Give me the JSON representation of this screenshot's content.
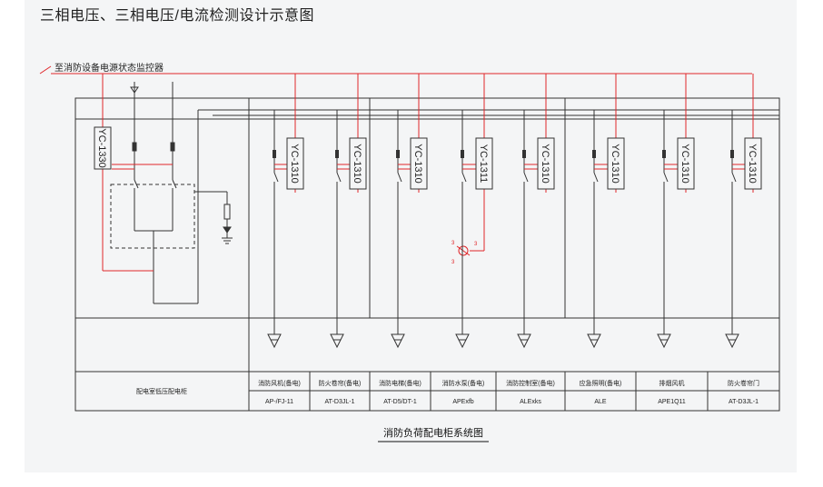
{
  "title": "三相电压、三相电压/电流检测设计示意图",
  "monitor_label": "至消防设备电源状态监控器",
  "main_cabinet": {
    "label": "配电室低压配电柜",
    "module": "YC-1330"
  },
  "current_sensor_labels": [
    "3",
    "3",
    "3"
  ],
  "circuits": [
    {
      "name": "消防风机(备电)",
      "code": "AP-/FJ-11",
      "module": "YC-1310"
    },
    {
      "name": "防火卷帘(备电)",
      "code": "AT-D3JL-1",
      "module": "YC-1310"
    },
    {
      "name": "消防电梯(备电)",
      "code": "AT-D5/DT-1",
      "module": "YC-1310"
    },
    {
      "name": "消防水泵(备电)",
      "code": "APExfb",
      "module": "YC-1311"
    },
    {
      "name": "消防控制室(备电)",
      "code": "ALExks",
      "module": "YC-1310"
    },
    {
      "name": "应急照明(备电)",
      "code": "ALE",
      "module": "YC-1310"
    },
    {
      "name": "排烟风机",
      "code": "APE1Q11",
      "module": "YC-1310"
    },
    {
      "name": "防火卷帘门",
      "code": "AT-D3JL-1",
      "module": "YC-1310"
    }
  ],
  "caption": "消防负荷配电柜系统图",
  "colors": {
    "signal_line": "#e0262a",
    "power_line": "#333333"
  }
}
